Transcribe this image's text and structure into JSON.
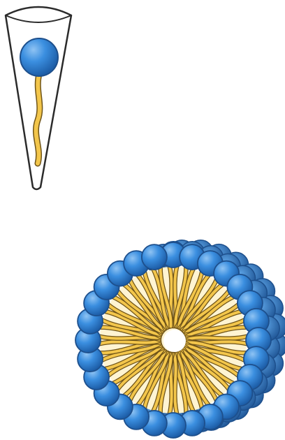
{
  "figure": {
    "caption": "",
    "panels": [
      {
        "name": "single-lipid-in-cone",
        "label": ""
      },
      {
        "name": "micelle-cross-section",
        "label": ""
      }
    ]
  },
  "colors": {
    "head_fill": "#2f7fd0",
    "head_stroke": "#1d4f8c",
    "tail_fill": "#f3c64b",
    "tail_stroke": "#6f5418",
    "core_fill": "#fff4d2",
    "cone_stroke": "#2b2b2b"
  },
  "micelle": {
    "front_ring_heads": 28,
    "tails_per_head": 1
  },
  "icons": [
    "lipid-molecule-icon",
    "cone-shape-icon",
    "micelle-icon"
  ]
}
